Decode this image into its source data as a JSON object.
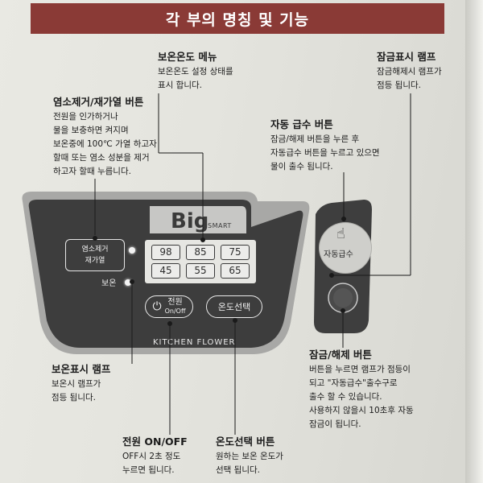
{
  "title": "각 부의 명칭 및 기능",
  "notes": {
    "keep_warm_menu": {
      "heading": "보온온도 메뉴",
      "lines": [
        "보온온도 설정 상태를",
        "표시 합니다."
      ]
    },
    "lock_lamp": {
      "heading": "잠금표시 램프",
      "lines": [
        "잠금해제시 램프가",
        "점등 됩니다."
      ]
    },
    "dechlorinate": {
      "heading": "염소제거/재가열 버튼",
      "lines": [
        "전원을 인가하거나",
        "물을 보충하면 켜지며",
        "보온중에 100℃ 가열 하고자",
        "할때 또는 염소 성분을 제거",
        "하고자 할때 누릅니다."
      ]
    },
    "auto_dispense": {
      "heading": "자동 급수 버튼",
      "lines": [
        "잠금/해제 버튼을 누른 후",
        "자동급수 버튼을 누르고 있으면",
        "물이 출수 됩니다."
      ]
    },
    "keep_warm_lamp": {
      "heading": "보온표시 램프",
      "lines": [
        "보온시 램프가",
        "점등 됩니다."
      ]
    },
    "power": {
      "heading": "전원 ON/OFF",
      "lines": [
        "OFF시 2초 정도",
        "누르면 됩니다."
      ]
    },
    "temp_select": {
      "heading": "온도선택 버튼",
      "lines": [
        "원하는 보온 온도가",
        "선택 됩니다."
      ]
    },
    "lock_release": {
      "heading": "잠금/해제 버튼",
      "lines": [
        "버튼을 누르면 램프가 점등이",
        "되고 \"자동급수\"출수구로",
        "출수 할 수 있습니다.",
        "사용하지 않을시 10초후 자동",
        "잠금이 됩니다."
      ]
    }
  },
  "panel": {
    "brand": "Big",
    "brand_sub": "SMART",
    "dechlorinate_btn": [
      "염소제거",
      "재가열"
    ],
    "keep_warm_label": "보온",
    "temps": [
      "98",
      "85",
      "75",
      "45",
      "55",
      "65"
    ],
    "power_btn": "전원",
    "power_sub": "On/Off",
    "temp_btn": "온도선택",
    "maker": "KITCHEN FLOWER",
    "auto_btn": "자동급수"
  },
  "colors": {
    "title_bar": "#8a3a36",
    "panel": "#3f3f3f",
    "panel_trim": "#a9a9a9"
  }
}
